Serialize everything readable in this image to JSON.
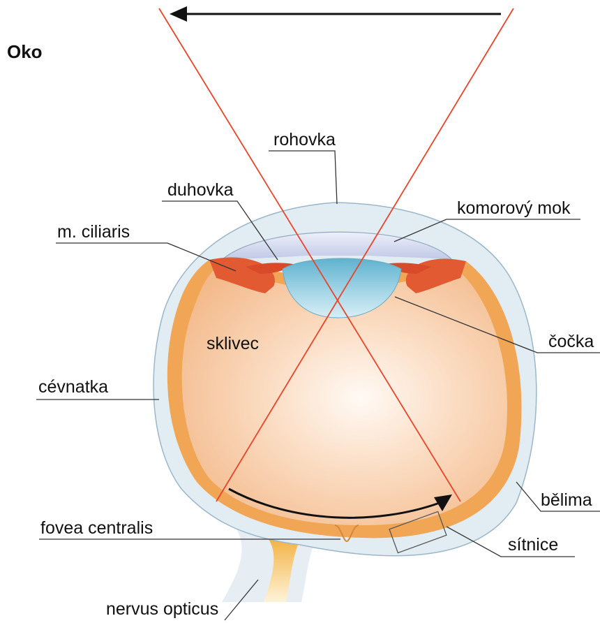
{
  "title": "Oko",
  "labels": {
    "rohovka": "rohovka",
    "duhovka": "duhovka",
    "m_ciliaris": "m. ciliaris",
    "komorovy_mok": "komorový mok",
    "sklivec": "sklivec",
    "cocka": "čočka",
    "cevnatka": "cévnatka",
    "belima": "bělima",
    "fovea_centralis": "fovea centralis",
    "sitnice": "sítnice",
    "nervus_opticus": "nervus opticus"
  },
  "colors": {
    "ray": "#e8452a",
    "arrow": "#111111",
    "sclera": "#dde8f0",
    "choroid": "#f0a050",
    "iris": "#d8482a",
    "lens": "#7cc0d8",
    "aqueous": "#c8d0ea",
    "vitreous": "#f5c49a"
  }
}
